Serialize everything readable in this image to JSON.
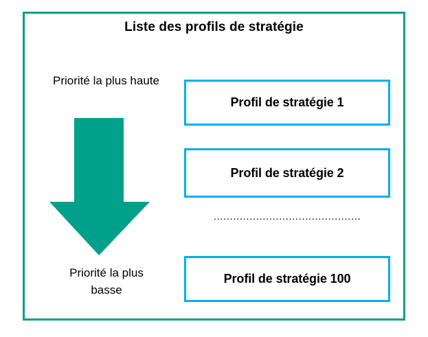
{
  "diagram": {
    "title": "Liste des profils de stratégie",
    "frame_color": "#00A08A",
    "box_border_color": "#00AEEF",
    "background_color": "#FFFFFF",
    "text_color": "#000000"
  },
  "priority": {
    "high_label": "Priorité la plus haute",
    "low_label_line1": "Priorité la plus",
    "low_label_line2": "basse",
    "arrow_direction": "down",
    "arrow_color": "#00A08A"
  },
  "profiles": {
    "items": [
      {
        "label": "Profil de stratégie 1"
      },
      {
        "label": "Profil de stratégie 2"
      },
      {
        "label": "Profil de stratégie 100"
      }
    ],
    "ellipsis": "............................................."
  }
}
